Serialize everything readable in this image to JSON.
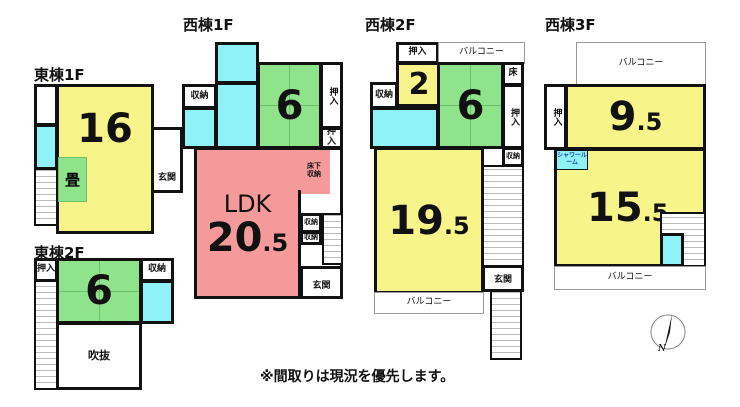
{
  "floors": {
    "east1": {
      "title": "東棟1F",
      "living": "16",
      "tatami": "畳",
      "entrance": "玄関"
    },
    "east2": {
      "title": "東棟2F",
      "room": "6",
      "oshiire": "押入",
      "storage": "収納",
      "void": "吹抜"
    },
    "west1": {
      "title": "西棟1F",
      "room": "6",
      "oshiire1": "押入",
      "oshiire2": "押入",
      "storage1": "収納",
      "underfloor": "床下収納",
      "ldk_label": "LDK",
      "ldk_size": "20",
      "ldk_size_dec": ".5",
      "storage2": "収納",
      "storage3": "収納",
      "entrance": "玄関"
    },
    "west2": {
      "title": "西棟2F",
      "oshiire1": "押入",
      "balcony1": "バルコニー",
      "small_room": "2",
      "room": "6",
      "floor": "床",
      "oshiire2": "押入",
      "storage1": "収納",
      "storage2": "収納",
      "main": "19",
      "main_dec": ".5",
      "entrance": "玄関",
      "balcony2": "バルコニー"
    },
    "west3": {
      "title": "西棟3F",
      "balcony1": "バルコニー",
      "oshiire": "押入",
      "room1": "9",
      "room1_dec": ".5",
      "shower": "シャワールーム",
      "room2": "15",
      "room2_dec": ".5",
      "balcony2": "バルコニー"
    }
  },
  "compass": {
    "label": "N"
  },
  "note": "※間取りは現況を優先します。"
}
